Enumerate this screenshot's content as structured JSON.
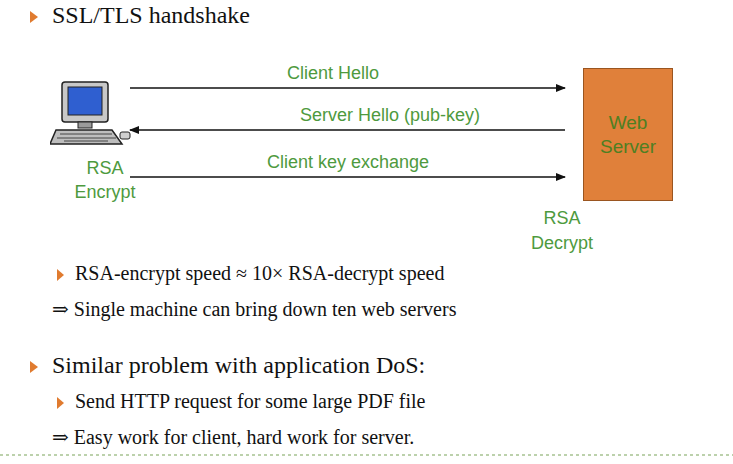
{
  "diagram": {
    "title": "SSL/TLS handshake",
    "nodes": [
      {
        "text": [
          "RSA Encrypt"
        ]
      },
      {
        "text": [
          "Web Server",
          "RSA Decrypt"
        ]
      }
    ],
    "edges": [
      {
        "from": 0,
        "to": 1,
        "label": "Client Hello",
        "arrow": "to"
      },
      {
        "from": 1,
        "to": 0,
        "label": "Server Hello (pub-key)",
        "arrow": "to"
      },
      {
        "from": 0,
        "to": 1,
        "label": "Client key exchange",
        "arrow": "to"
      }
    ],
    "labels": [
      "RSA-encrypt speed ≈ 10× RSA-decrypt speed",
      "⇒ Single machine can bring down ten web servers",
      "Similar problem with application DoS:",
      "Send HTTP request for some large PDF file",
      "⇒ Easy work for client, hard work for server."
    ]
  }
}
